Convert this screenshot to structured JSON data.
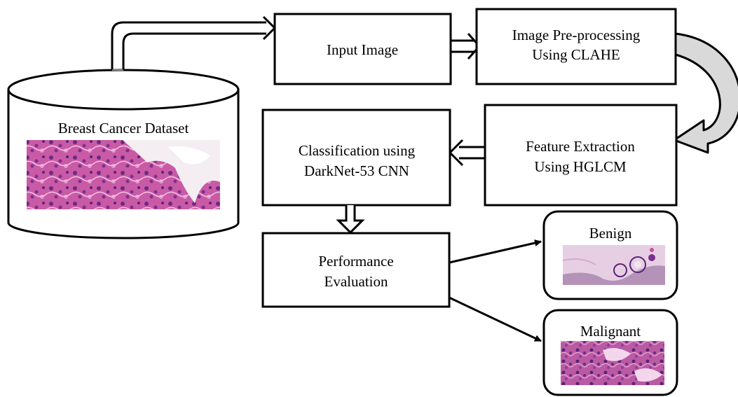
{
  "dataset": {
    "label": "Breast Cancer Dataset"
  },
  "nodes": {
    "input_image": {
      "lines": [
        "Input Image"
      ]
    },
    "preprocessing": {
      "lines": [
        "Image Pre-processing",
        "Using CLAHE"
      ]
    },
    "feature_extraction": {
      "lines": [
        "Feature Extraction",
        "Using HGLCM"
      ]
    },
    "classification": {
      "lines": [
        "Classification using",
        "DarkNet-53 CNN"
      ]
    },
    "performance": {
      "lines": [
        "Performance",
        "Evaluation"
      ]
    }
  },
  "outputs": {
    "benign": {
      "label": "Benign"
    },
    "malignant": {
      "label": "Malignant"
    }
  },
  "colors": {
    "stroke": "#000000",
    "curved_arrow_fill": "#d9d9d9",
    "tissue_pink": "#d66fb4",
    "tissue_purple": "#7b2f8e",
    "benign_bg": "#e6cfe3"
  }
}
